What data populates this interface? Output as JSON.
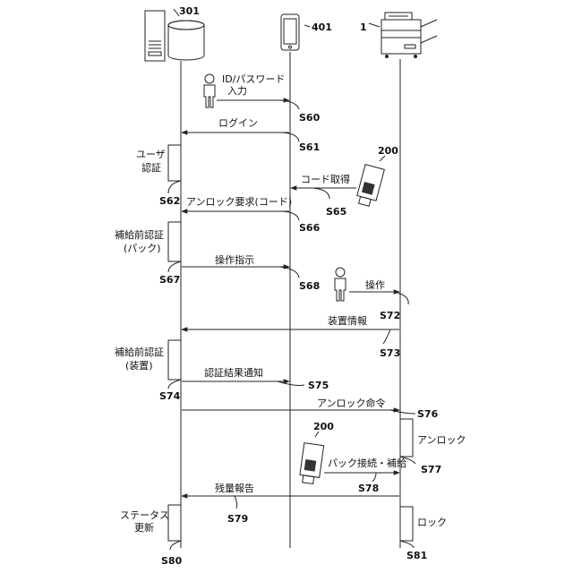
{
  "actors": {
    "server": {
      "ref": "301",
      "icon": "server-database-icon"
    },
    "phone": {
      "ref": "401",
      "icon": "smartphone-icon"
    },
    "printer": {
      "ref": "1",
      "icon": "printer-icon"
    }
  },
  "cartridge_refs": {
    "first": "200",
    "second": "200"
  },
  "messages": {
    "s60": {
      "label_line1": "ID/パスワード",
      "label_line2": "入力",
      "step": "S60"
    },
    "s61": {
      "label": "ログイン",
      "step": "S61"
    },
    "s62": {
      "label": "アンロック要求(コード)",
      "step": "S62"
    },
    "s65": {
      "label": "コード取得",
      "step": "S65"
    },
    "s66": {
      "step": "S66"
    },
    "s67": {
      "label": "操作指示",
      "step": "S67"
    },
    "s68": {
      "step": "S68"
    },
    "s72": {
      "label": "操作",
      "step": "S72"
    },
    "s73": {
      "label": "装置情報",
      "step": "S73"
    },
    "s74": {
      "label": "認証結果通知",
      "step": "S74"
    },
    "s75": {
      "step": "S75"
    },
    "s76": {
      "label": "アンロック命令",
      "step": "S76"
    },
    "s77": {
      "step": "S77"
    },
    "s78": {
      "label": "パック接続・補給",
      "step": "S78"
    },
    "s79": {
      "label": "残量報告",
      "step": "S79"
    },
    "s80": {
      "step": "S80"
    },
    "s81": {
      "step": "S81"
    }
  },
  "processes": {
    "user_auth": {
      "line1": "ユーザ",
      "line2": "認証"
    },
    "pack_auth": {
      "line1": "補給前認証",
      "line2": "(パック)"
    },
    "device_auth": {
      "line1": "補給前認証",
      "line2": "(装置)"
    },
    "unlock": {
      "label": "アンロック"
    },
    "status_update": {
      "line1": "ステータス",
      "line2": "更新"
    },
    "lock": {
      "label": "ロック"
    }
  }
}
